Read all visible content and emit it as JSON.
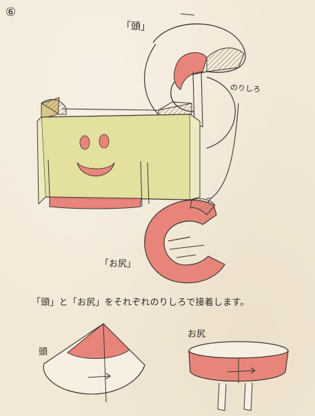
{
  "diagram": {
    "step_number": "⑥",
    "label_head_top": "「頭」",
    "label_glue": "のりしろ",
    "label_butt_mid": "「お尻」",
    "instruction": "「頭」と「お尻」をそれぞれのりしろで接着します。",
    "label_head_bottom": "頭",
    "label_butt_bottom": "お尻"
  },
  "colors": {
    "paper": "#f2e8d6",
    "yellow_body": "#e3e0a0",
    "salmon": "#e8857a",
    "line": "#3a3532",
    "hatch": "#8a6a55"
  }
}
